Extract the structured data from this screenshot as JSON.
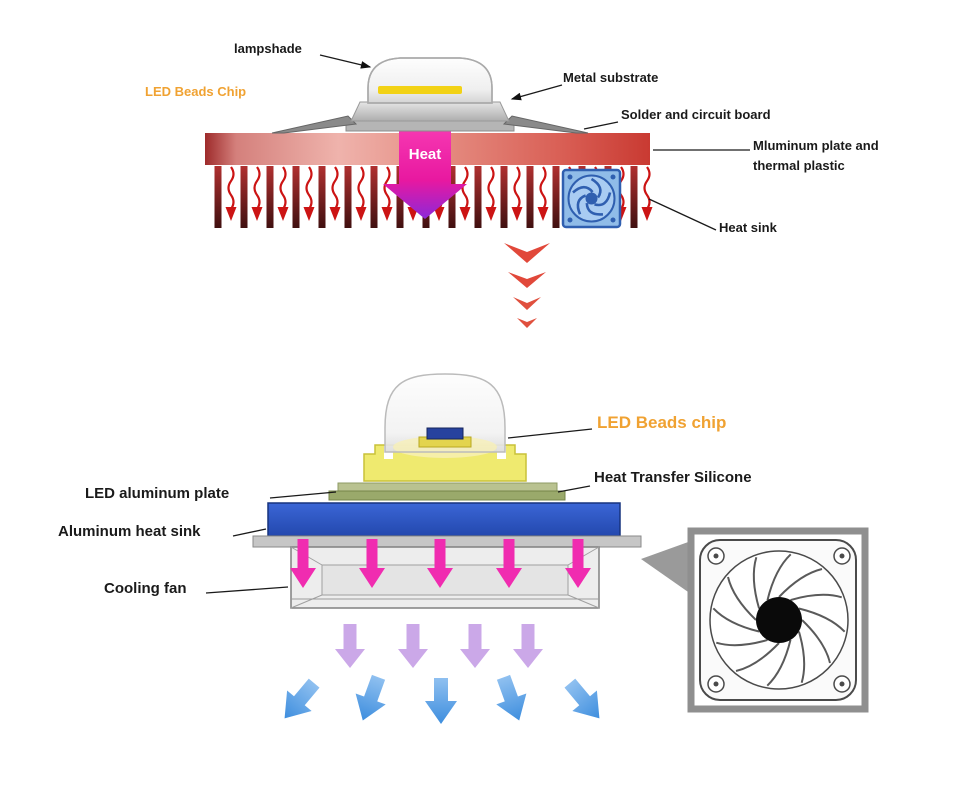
{
  "top_diagram": {
    "labels": {
      "lampshade": "lampshade",
      "led_beads_chip": "LED Beads Chip",
      "metal_substrate": "Metal substrate",
      "solder_circuit_board": "Solder and circuit board",
      "aluminum_plate_line1": "Mluminum plate and",
      "aluminum_plate_line2": "thermal plastic",
      "heat_sink": "Heat sink",
      "heat_arrow_text": "Heat"
    }
  },
  "bottom_diagram": {
    "labels": {
      "led_beads_chip": "LED Beads chip",
      "heat_transfer_silicone": "Heat Transfer Silicone",
      "led_aluminum_plate": "LED aluminum plate",
      "aluminum_heat_sink": "Aluminum heat sink",
      "cooling_fan": "Cooling fan"
    }
  },
  "icons": {
    "fan_icon": "blue-axial-fan-swirl",
    "fan_photo": "axial-cooling-fan-front-view"
  },
  "colors": {
    "label_accent_orange": "#F0A232",
    "heat_magenta": "#EE18A8",
    "heat_purple": "#8C28D8",
    "plate_red": "#C93A32",
    "heat_sink_blue": "#2A52C0",
    "fan_icon_blue": "#90BCE8",
    "airflow_blue": "#4D9FE8",
    "silicone_green": "#9AA96B",
    "chip_yellow": "#EFEA6F"
  }
}
